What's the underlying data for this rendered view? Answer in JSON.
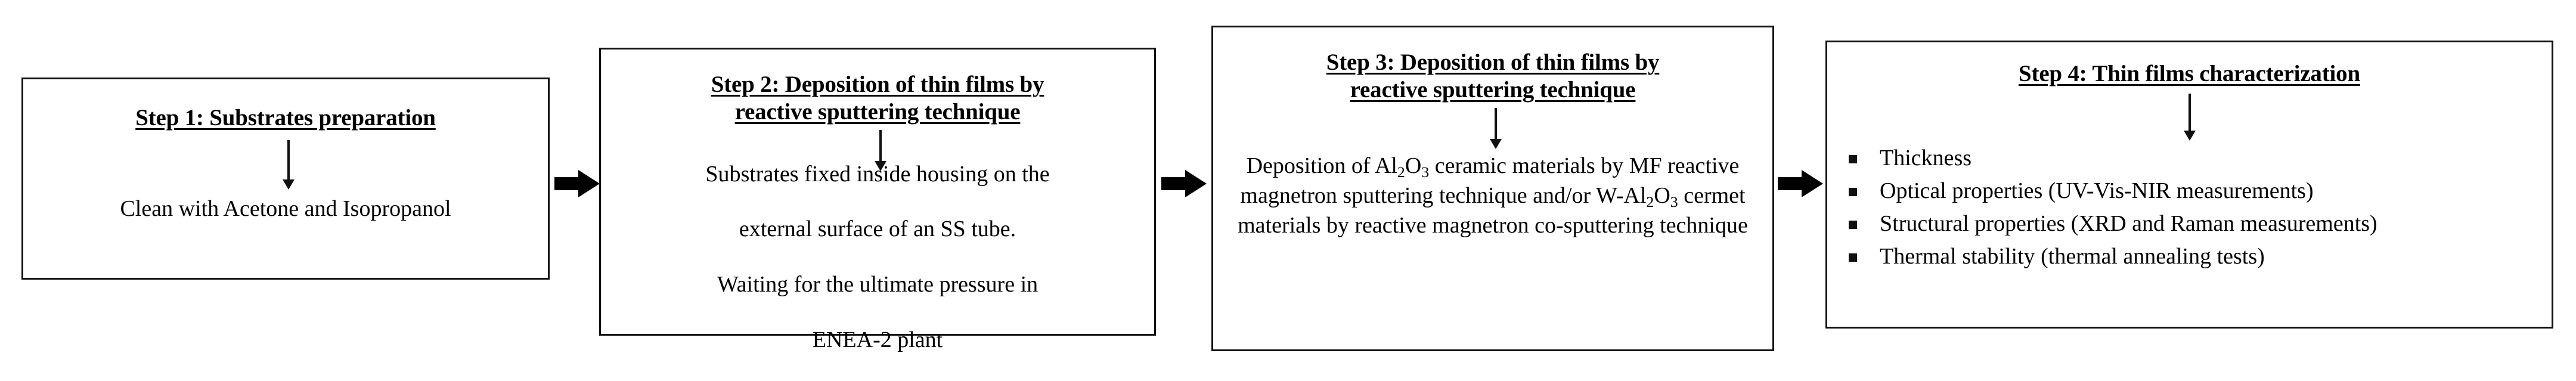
{
  "diagram": {
    "type": "process-flowchart",
    "orientation": "horizontal",
    "step_count": 4,
    "colors": {
      "background": "#ffffff",
      "box_border": "#111111",
      "text": "#000000",
      "arrow": "#000000"
    },
    "steps": [
      {
        "id": "step-1",
        "title": "Step 1: Substrates preparation",
        "body_lines": [
          "Clean with Acetone and Isopropanol"
        ],
        "has_inner_arrow": true,
        "list_items": []
      },
      {
        "id": "step-2",
        "title": "Step 2: Deposition of thin films by\nreactive sputtering technique",
        "body_lines": [
          "Substrates fixed inside housing on the",
          "external surface of an SS tube.",
          "Waiting for the ultimate pressure in",
          "ENEA-2 plant"
        ],
        "has_inner_arrow": true,
        "list_items": []
      },
      {
        "id": "step-3",
        "title": "Step 3: Deposition of thin films by\nreactive sputtering technique",
        "body_html": "Deposition of Al<sub>2</sub>O<sub>3</sub> ceramic materials by MF reactive magnetron sputtering technique and/or W-Al<sub>2</sub>O<sub>3</sub> cermet materials by reactive magnetron co-sputtering technique",
        "body_plain": "Deposition of Al2O3 ceramic materials by MF reactive magnetron sputtering technique and/or W-Al2O3 cermet materials by reactive magnetron co-sputtering technique",
        "has_inner_arrow": true,
        "list_items": []
      },
      {
        "id": "step-4",
        "title": "Step 4: Thin films characterization",
        "body_lines": [],
        "has_inner_arrow": true,
        "list_items": [
          "Thickness",
          "Optical properties (UV-Vis-NIR measurements)",
          "Structural properties (XRD and Raman measurements)",
          "Thermal stability (thermal annealing tests)"
        ]
      }
    ],
    "connectors": [
      {
        "id": "connector-1-2",
        "from": "step-1",
        "to": "step-2",
        "glyph": "block-right-arrow"
      },
      {
        "id": "connector-2-3",
        "from": "step-2",
        "to": "step-3",
        "glyph": "block-right-arrow"
      },
      {
        "id": "connector-3-4",
        "from": "step-3",
        "to": "step-4",
        "glyph": "block-right-arrow"
      }
    ]
  }
}
